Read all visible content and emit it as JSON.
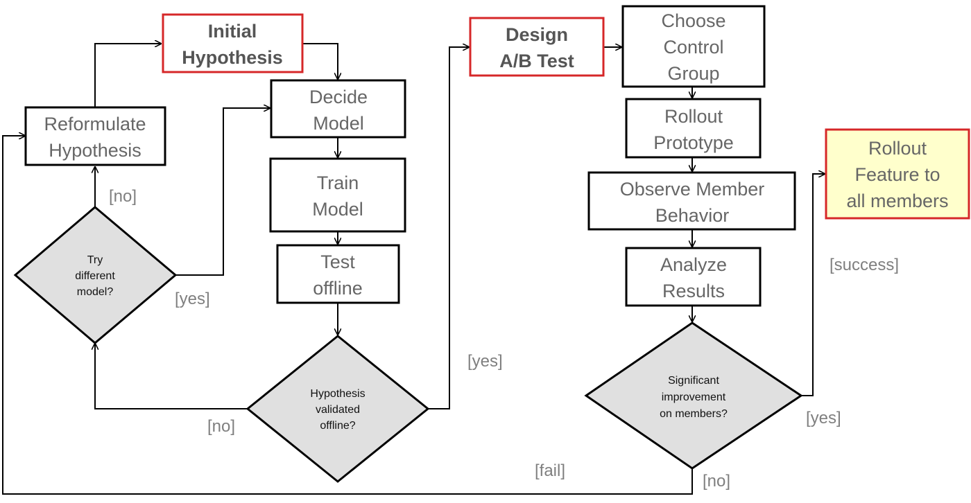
{
  "nodes": {
    "initial_hypothesis": {
      "lines": [
        "Initial",
        "Hypothesis"
      ]
    },
    "reformulate_hypothesis": {
      "lines": [
        "Reformulate",
        "Hypothesis"
      ]
    },
    "decide_model": {
      "lines": [
        "Decide",
        "Model"
      ]
    },
    "train_model": {
      "lines": [
        "Train",
        "Model"
      ]
    },
    "test_offline": {
      "lines": [
        "Test",
        "offline"
      ]
    },
    "try_different_model": {
      "lines": [
        "Try",
        "different",
        "model?"
      ]
    },
    "hypothesis_validated": {
      "lines": [
        "Hypothesis",
        "validated",
        "offline?"
      ]
    },
    "design_ab_test": {
      "lines": [
        "Design",
        "A/B Test"
      ]
    },
    "choose_control_group": {
      "lines": [
        "Choose",
        "Control",
        "Group"
      ]
    },
    "rollout_prototype": {
      "lines": [
        "Rollout",
        "Prototype"
      ]
    },
    "observe_member_behavior": {
      "lines": [
        "Observe Member",
        "Behavior"
      ]
    },
    "analyze_results": {
      "lines": [
        "Analyze",
        "Results"
      ]
    },
    "significant_improvement": {
      "lines": [
        "Significant",
        "improvement",
        "on members?"
      ]
    },
    "rollout_feature": {
      "lines": [
        "Rollout",
        "Feature to",
        "all members"
      ]
    }
  },
  "edge_labels": {
    "try_no": "[no]",
    "try_yes": "[yes]",
    "validated_yes": "[yes]",
    "validated_no": "[no]",
    "success": "[success]",
    "sig_yes": "[yes]",
    "sig_fail": "[fail]",
    "sig_no": "[no]"
  },
  "colors": {
    "highlight_border": "#d62728",
    "decision_fill": "#e0e0e0",
    "final_fill": "#ffffcc",
    "node_fill": "#ffffff"
  }
}
